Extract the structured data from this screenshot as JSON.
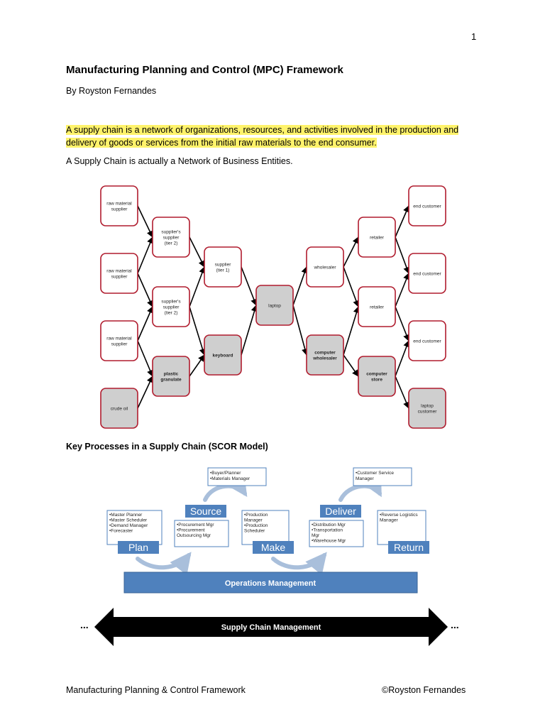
{
  "page_number": "1",
  "title": "Manufacturing Planning and Control (MPC) Framework",
  "author": "By Royston Fernandes",
  "highlight_text": "A supply chain is a network of organizations, resources, and activities involved in the production and delivery of goods or services from the initial raw materials to the end consumer.",
  "intro_text": "A Supply Chain is actually a Network of Business Entities.",
  "network": {
    "nodes": [
      {
        "id": "rm1",
        "lines": [
          "raw material",
          "supplier"
        ],
        "fill": "white"
      },
      {
        "id": "rm2",
        "lines": [
          "raw material",
          "supplier"
        ],
        "fill": "white"
      },
      {
        "id": "rm3",
        "lines": [
          "raw material",
          "supplier"
        ],
        "fill": "white"
      },
      {
        "id": "crude",
        "lines": [
          "crude oil"
        ],
        "fill": "gray"
      },
      {
        "id": "ss1",
        "lines": [
          "supplier's",
          "supplier",
          "(tier 2)"
        ],
        "fill": "white"
      },
      {
        "id": "ss2",
        "lines": [
          "supplier's",
          "supplier",
          "(tier 2)"
        ],
        "fill": "white"
      },
      {
        "id": "plastic",
        "lines": [
          "plastic",
          "granulate"
        ],
        "fill": "gray",
        "bold": true
      },
      {
        "id": "sup1",
        "lines": [
          "supplier",
          "(tier 1)"
        ],
        "fill": "white"
      },
      {
        "id": "keyboard",
        "lines": [
          "keyboard"
        ],
        "fill": "gray",
        "bold": true
      },
      {
        "id": "laptop",
        "lines": [
          "laptop"
        ],
        "fill": "gray"
      },
      {
        "id": "wholesaler",
        "lines": [
          "wholesaler"
        ],
        "fill": "white"
      },
      {
        "id": "compwh",
        "lines": [
          "computer",
          "wholesaler"
        ],
        "fill": "gray",
        "bold": true
      },
      {
        "id": "ret1",
        "lines": [
          "retailer"
        ],
        "fill": "white"
      },
      {
        "id": "ret2",
        "lines": [
          "retailer"
        ],
        "fill": "white"
      },
      {
        "id": "compstore",
        "lines": [
          "computer",
          "store"
        ],
        "fill": "gray",
        "bold": true
      },
      {
        "id": "ec1",
        "lines": [
          "end customer"
        ],
        "fill": "white"
      },
      {
        "id": "ec2",
        "lines": [
          "end customer"
        ],
        "fill": "white"
      },
      {
        "id": "ec3",
        "lines": [
          "end customer"
        ],
        "fill": "white"
      },
      {
        "id": "lapcust",
        "lines": [
          "laptop",
          "customer"
        ],
        "fill": "gray"
      }
    ]
  },
  "scor_title": "Key Processes in a Supply Chain (SCOR Model)",
  "scor": {
    "stages": [
      {
        "id": "plan",
        "label": "Plan",
        "roles": [
          "•Master Planner",
          "•Master Scheduler",
          "•Demand Manager",
          "•Forecaster"
        ]
      },
      {
        "id": "source",
        "label": "Source",
        "roles": [
          "•Procurement Mgr",
          "•Procurement",
          "  Outsourcing  Mgr"
        ]
      },
      {
        "id": "make",
        "label": "Make",
        "roles": [
          "•Production",
          "  Manager",
          "•Production",
          "  Scheduler"
        ]
      },
      {
        "id": "deliver",
        "label": "Deliver",
        "roles": [
          "•Distribution Mgr",
          "•Transportation",
          "  Mgr",
          "•Warehouse Mgr"
        ]
      },
      {
        "id": "return",
        "label": "Return",
        "roles": [
          "•Reverse Logistics",
          "  Manager"
        ]
      }
    ],
    "top_boxes": [
      {
        "id": "buyer",
        "lines": [
          "•Buyer/Planner",
          "•Materials Manager"
        ]
      },
      {
        "id": "csm",
        "lines": [
          "•Customer Service",
          "  Manager"
        ]
      }
    ],
    "ops_label": "Operations Management",
    "scm_label": "Supply Chain Management",
    "ellipsis": "..."
  },
  "colors": {
    "accent_blue": "#4f81bd",
    "node_border": "#b01c2e",
    "highlight": "#fff36b"
  },
  "footer": {
    "left": "Manufacturing Planning & Control Framework",
    "right": "©Royston Fernandes"
  }
}
